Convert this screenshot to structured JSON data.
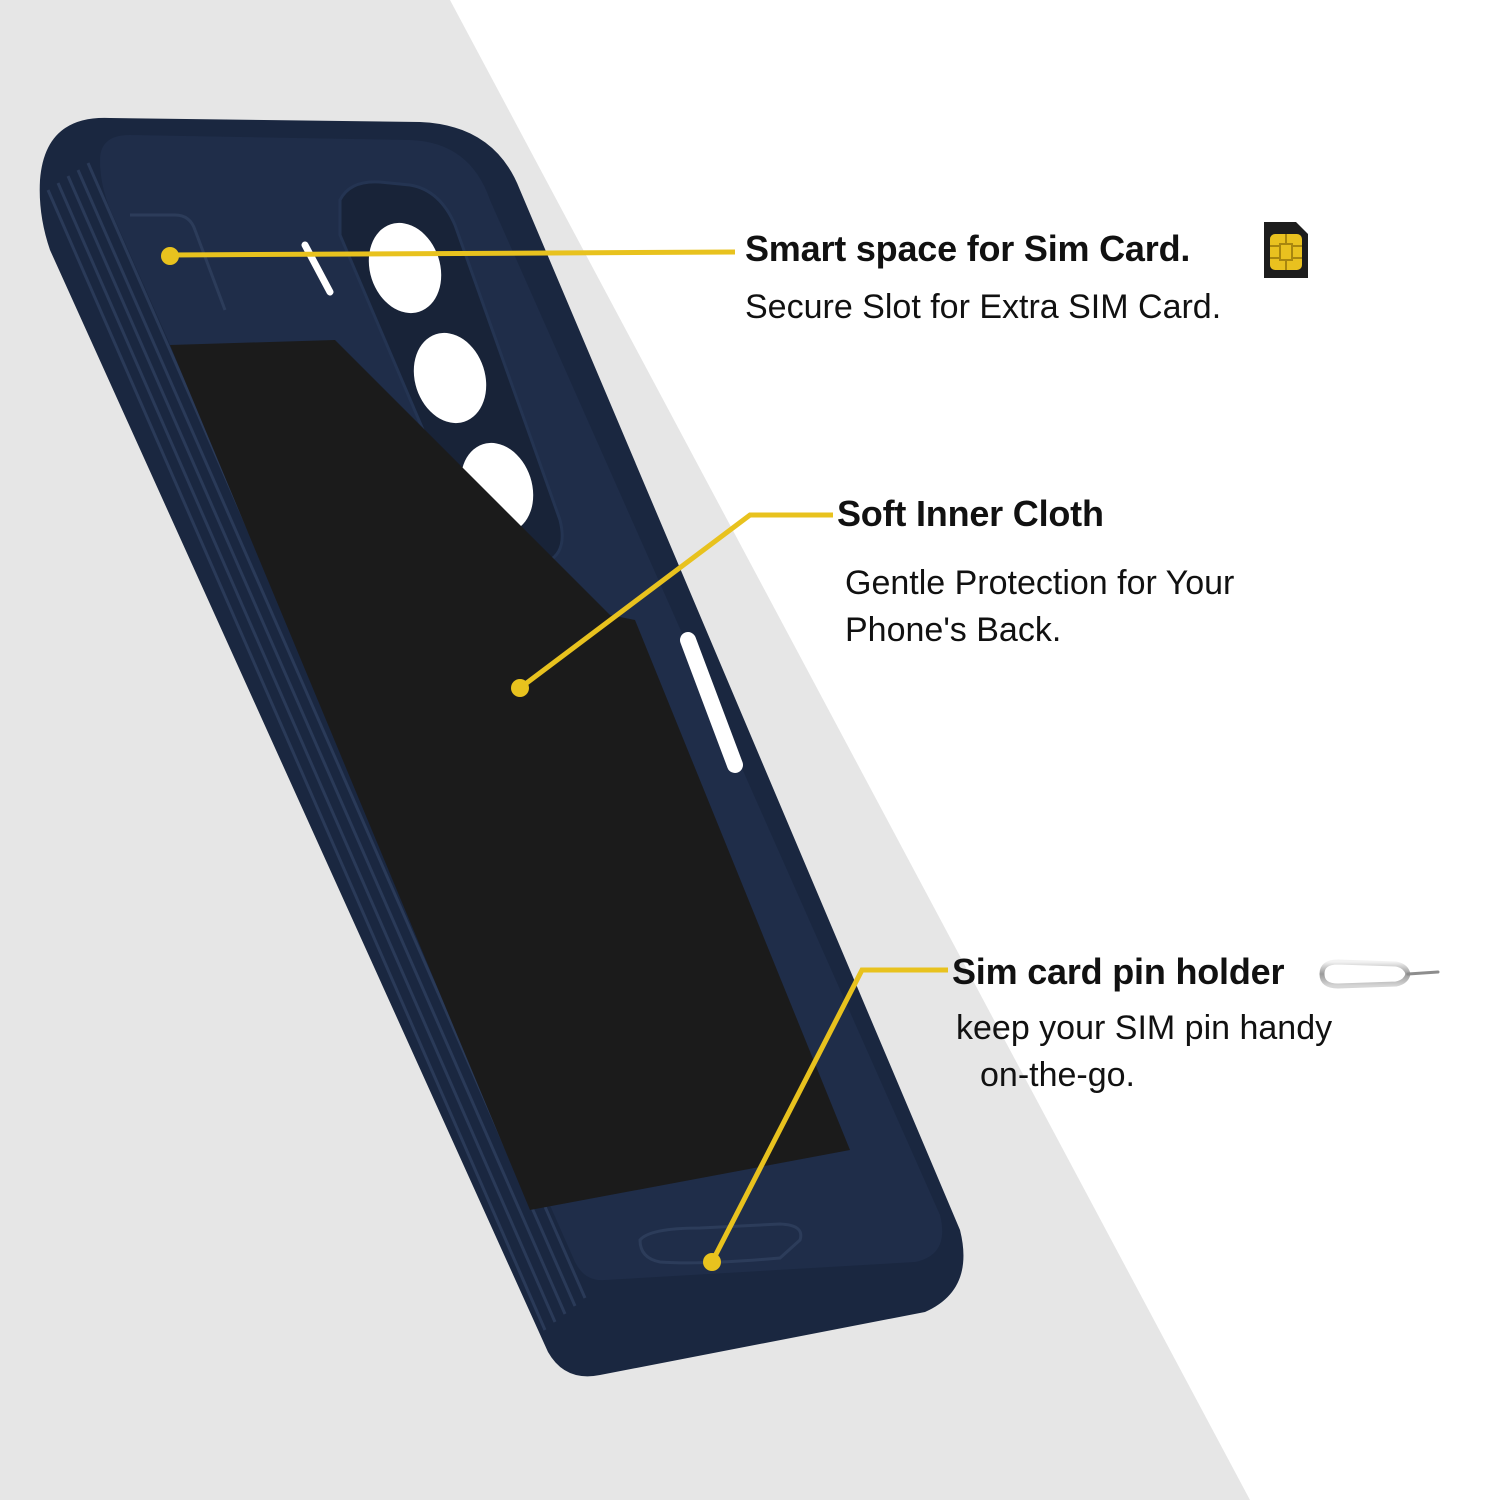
{
  "colors": {
    "background_light": "#ffffff",
    "background_gray": "#e6e6e6",
    "case_navy": "#1a2740",
    "cloth_black": "#1b1b1b",
    "callout_yellow": "#e8c21e"
  },
  "features": [
    {
      "title": "Smart space for Sim Card.",
      "desc_line1": "Secure Slot for Extra SIM Card.",
      "desc_line2": "",
      "icon": "sim-card-icon"
    },
    {
      "title": "Soft Inner Cloth",
      "desc_line1": "Gentle Protection for Your",
      "desc_line2": "Phone's Back.",
      "icon": ""
    },
    {
      "title": "Sim card pin holder",
      "desc_line1": "keep your SIM pin handy",
      "desc_line2": "on-the-go.",
      "icon": "sim-eject-pin-icon"
    }
  ]
}
